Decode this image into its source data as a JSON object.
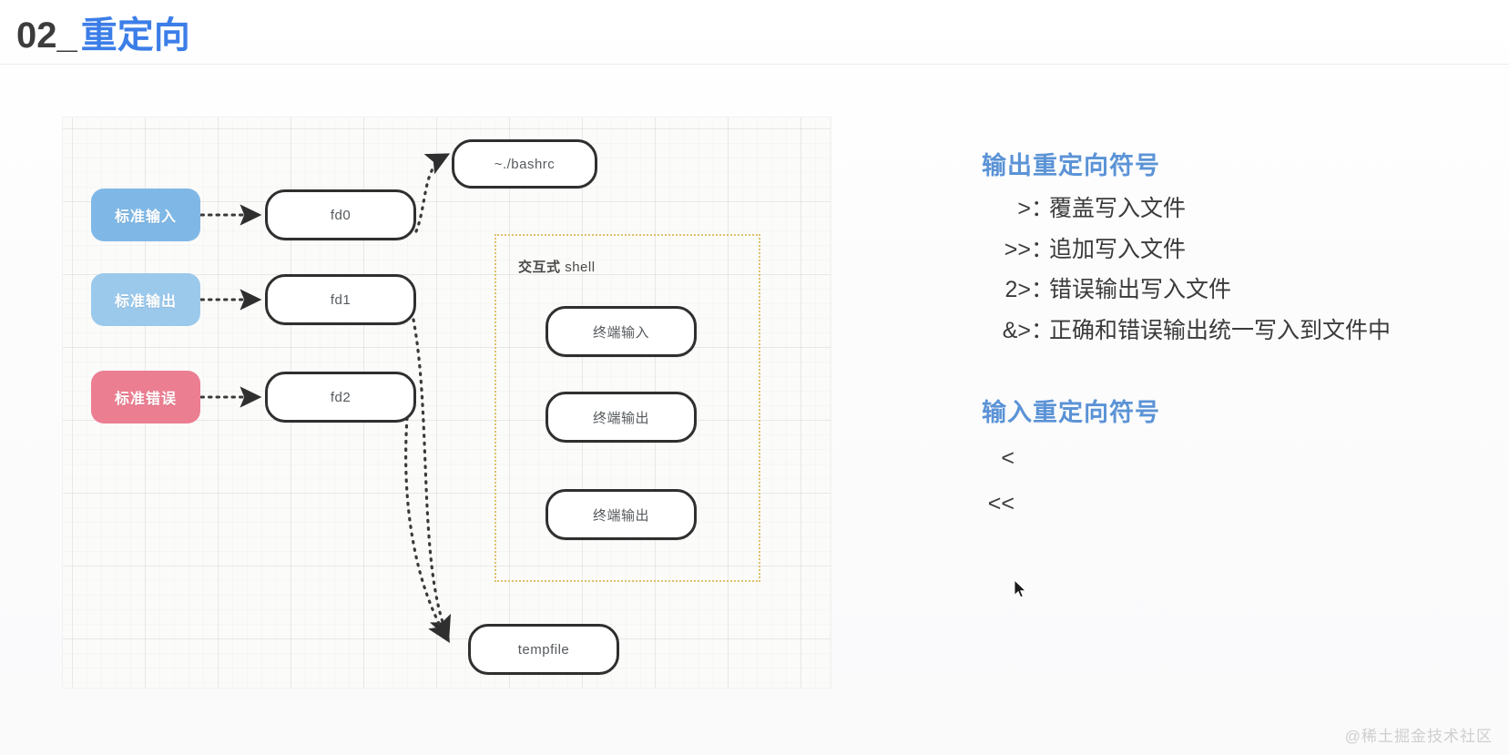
{
  "header": {
    "number": "02_",
    "title_cn": "重定向"
  },
  "diagram": {
    "shell_group": {
      "label_cn": "交互式",
      "label_en": "shell"
    },
    "pills": [
      {
        "id": "stdin",
        "label": "标准输入",
        "color": "#7fb8e6"
      },
      {
        "id": "stdout",
        "label": "标准输出",
        "color": "#9bc9ec"
      },
      {
        "id": "stderr",
        "label": "标准错误",
        "color": "#ec7e92"
      }
    ],
    "fd_nodes": [
      {
        "id": "fd0",
        "label": "fd0"
      },
      {
        "id": "fd1",
        "label": "fd1"
      },
      {
        "id": "fd2",
        "label": "fd2"
      }
    ],
    "file_nodes": [
      {
        "id": "bashrc",
        "label": "~./bashrc"
      },
      {
        "id": "tempfile",
        "label": "tempfile"
      }
    ],
    "terminal_nodes": [
      {
        "id": "term-in",
        "label": "终端输入"
      },
      {
        "id": "term-out1",
        "label": "终端输出"
      },
      {
        "id": "term-out2",
        "label": "终端输出"
      }
    ]
  },
  "legend": {
    "output": {
      "heading": "输出重定向符号",
      "items": [
        {
          "symbol": ">",
          "colon": "：",
          "text": "覆盖写入文件"
        },
        {
          "symbol": ">>",
          "colon": "：",
          "text": "追加写入文件"
        },
        {
          "symbol": "2>",
          "colon": "：",
          "text": "错误输出写入文件"
        },
        {
          "symbol": "&>",
          "colon": "：",
          "text": "正确和错误输出统一写入到文件中"
        }
      ]
    },
    "input": {
      "heading": "输入重定向符号",
      "items": [
        {
          "symbol": "<",
          "colon": "",
          "text": ""
        },
        {
          "symbol": "<<",
          "colon": "",
          "text": ""
        }
      ]
    }
  },
  "watermark": "@稀土掘金技术社区",
  "colors": {
    "title_accent": "#3c7ee8",
    "legend_heading": "#5b93d6",
    "stdin": "#7fb8e6",
    "stdout": "#9bc9ec",
    "stderr": "#ec7e92",
    "shell_border": "#e0c06a",
    "node_border": "#2f2f2f"
  }
}
